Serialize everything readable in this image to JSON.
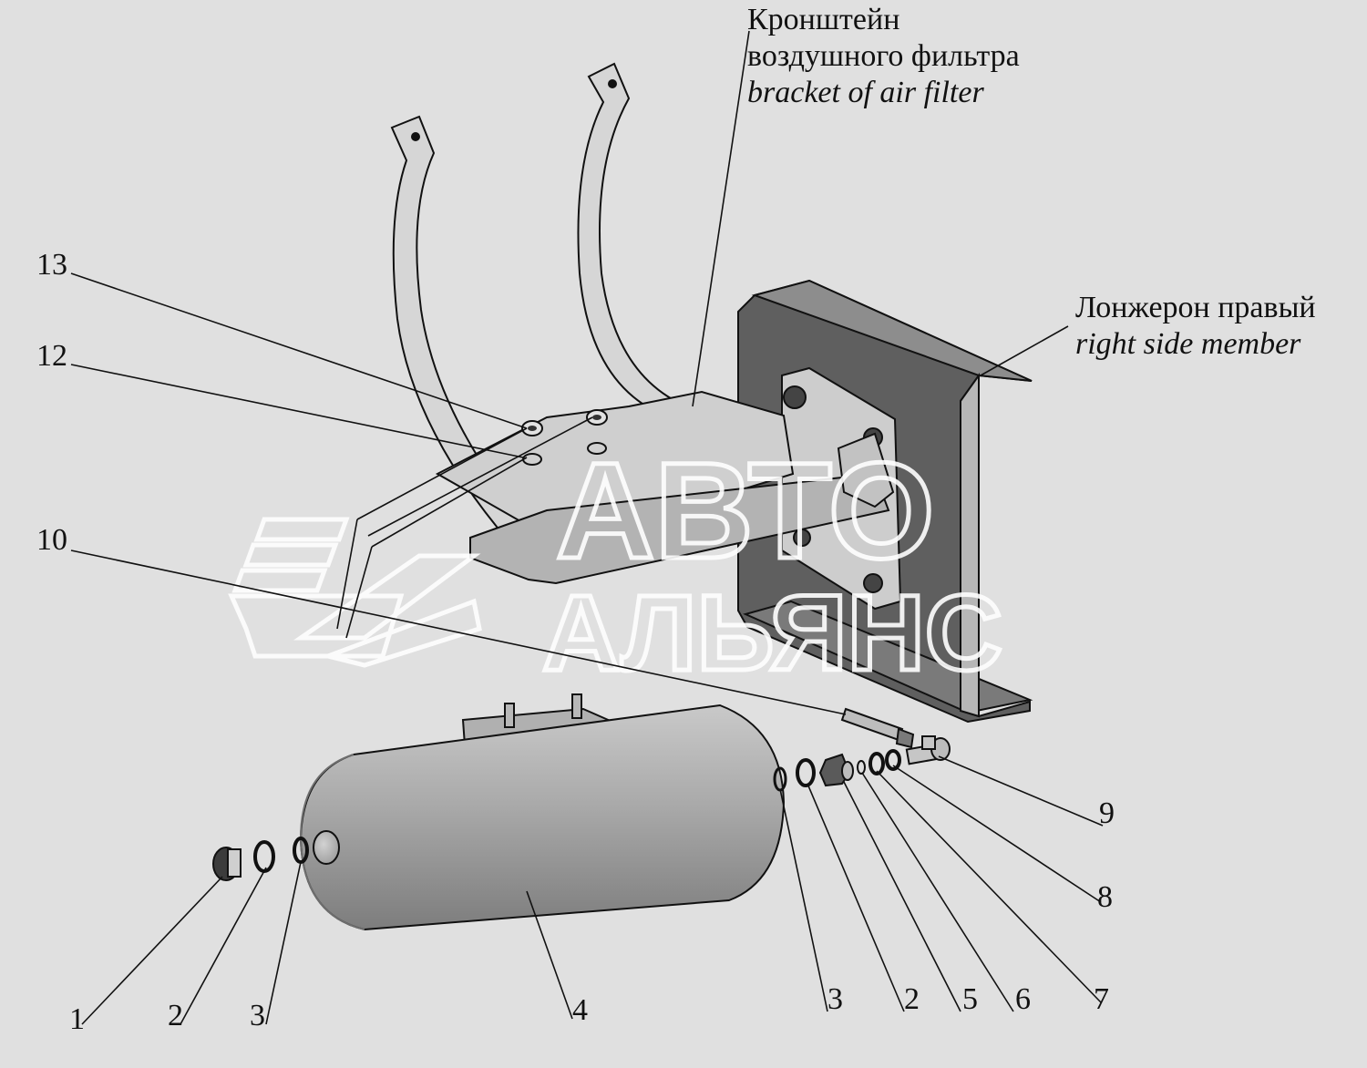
{
  "callouts": {
    "bracket": {
      "ru_line1": "Кронштейн",
      "ru_line2": "воздушного фильтра",
      "en": "bracket of air filter"
    },
    "member": {
      "ru": "Лонжерон правый",
      "en": "right side member"
    }
  },
  "watermark": {
    "line1": "АВТО",
    "line2": "АЛЬЯНС"
  },
  "part_numbers": {
    "p13": "13",
    "p12": "12",
    "p10": "10",
    "p9": "9",
    "p8": "8",
    "p7": "7",
    "p6": "6",
    "p5": "5",
    "p2_right": "2",
    "p3_right": "3",
    "p4": "4",
    "p3_left": "3",
    "p2_left": "2",
    "p1": "1"
  },
  "colors": {
    "background": "#e0e0e0",
    "part_light": "#cfcfcf",
    "part_mid": "#a8a8a8",
    "part_dark": "#5e5e5e",
    "line": "#111111"
  }
}
